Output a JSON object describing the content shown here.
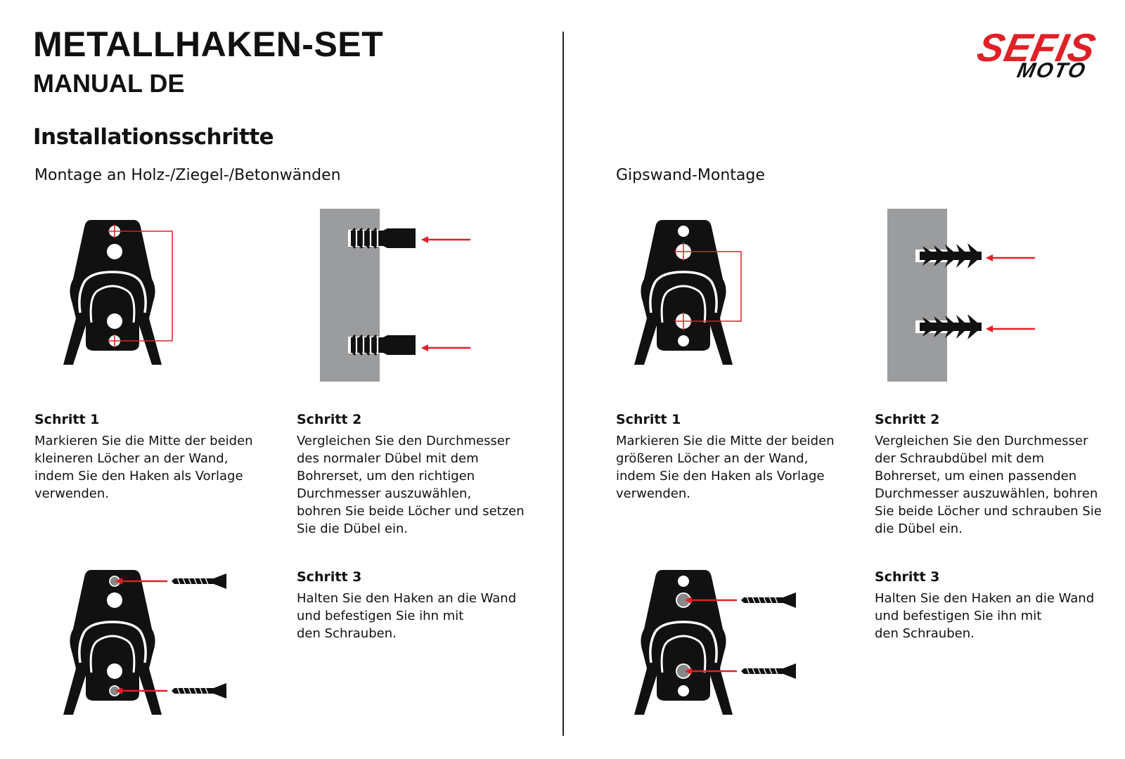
{
  "header": {
    "title": "METALLHAKEN-SET",
    "subtitle": "MANUAL DE",
    "section_title": "Installationsschritte"
  },
  "brand": {
    "name": "SEFIS",
    "sub": "MOTO",
    "color": "#e21f26"
  },
  "left_section": {
    "heading": "Montage an Holz-/Ziegel-/Betonwänden",
    "steps": [
      {
        "title": "Schritt 1",
        "text": "Markieren Sie die Mitte der beiden\nkleineren Löcher an der Wand,\nindem Sie den Haken als Vorlage\nverwenden."
      },
      {
        "title": "Schritt 2",
        "text": "Vergleichen Sie den Durchmesser\ndes  normaler Dübel mit dem\nBohrerset, um den richtigen\nDurchmesser auszuwählen,\nbohren Sie beide Löcher und setzen\nSie die Dübel ein."
      },
      {
        "title": "Schritt 3",
        "text": "Halten Sie den Haken an die Wand\nund befestigen Sie ihn mit\nden Schrauben."
      }
    ]
  },
  "right_section": {
    "heading": "Gipswand-Montage",
    "steps": [
      {
        "title": "Schritt 1",
        "text": "Markieren Sie die Mitte der beiden\ngrößeren Löcher an der Wand,\nindem Sie den Haken als Vorlage\nverwenden."
      },
      {
        "title": "Schritt 2",
        "text": "Vergleichen Sie den Durchmesser\nder  Schraubdübel mit dem\nBohrerset, um einen passenden\nDurchmesser auszuwählen, bohren\nSie beide Löcher und schrauben Sie\ndie Dübel ein."
      },
      {
        "title": "Schritt 3",
        "text": "Halten Sie den Haken an die Wand\nund befestigen Sie ihn mit\nden Schrauben."
      }
    ]
  },
  "colors": {
    "accent": "#e21f26",
    "wall": "#9b9c9e",
    "ink": "#111111"
  }
}
